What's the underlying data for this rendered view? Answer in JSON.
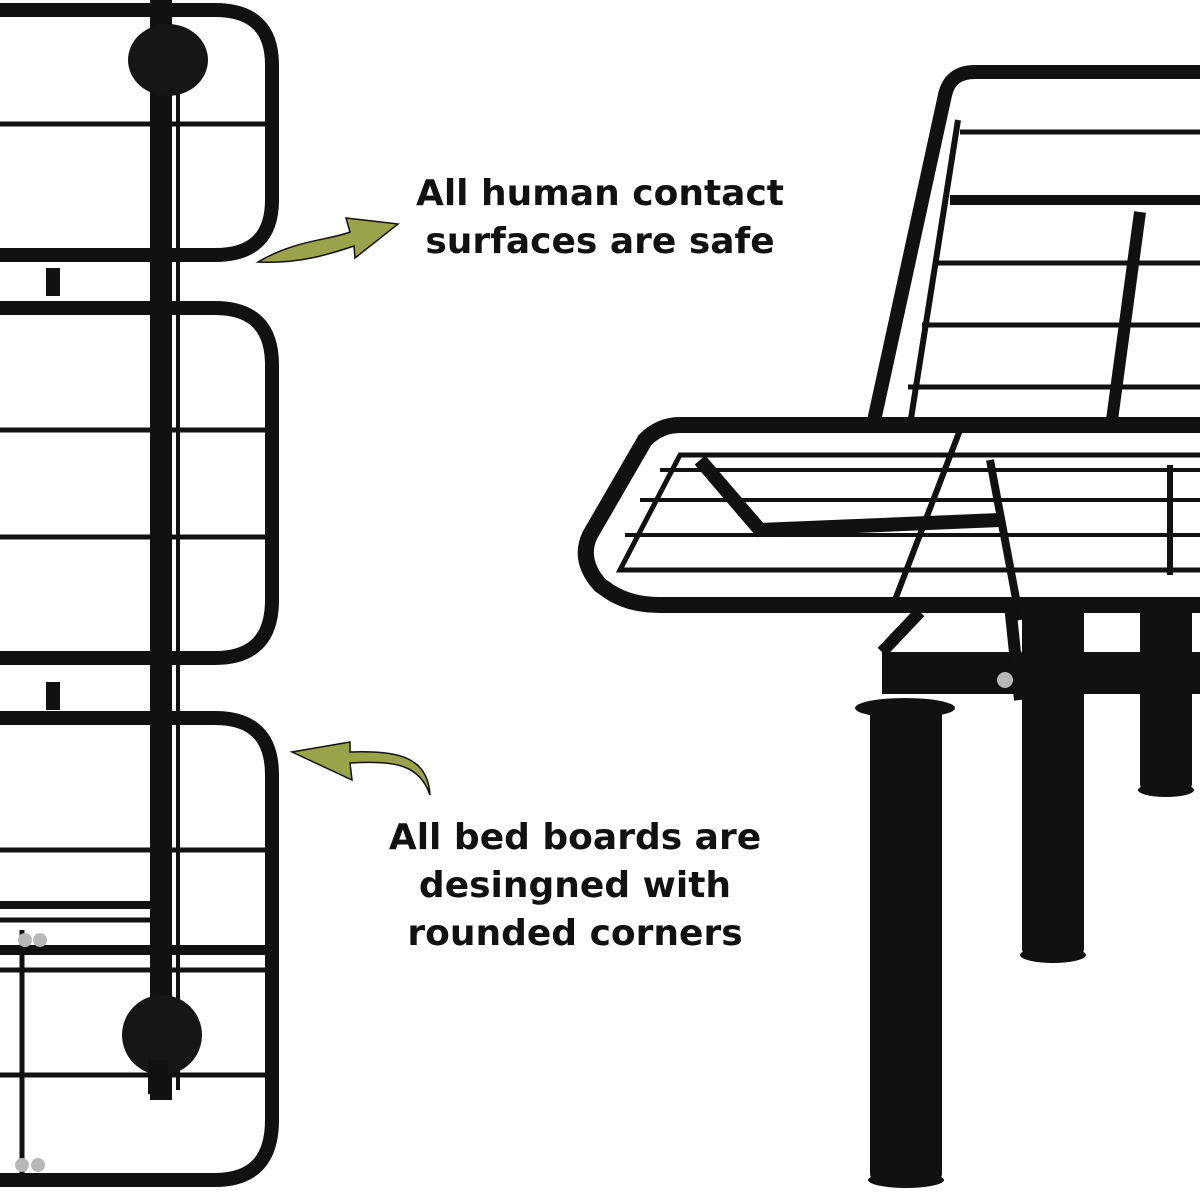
{
  "captions": {
    "top": {
      "line1": "All human contact",
      "line2": "surfaces are safe"
    },
    "bottom": {
      "line1": "All bed boards are",
      "line2": "desingned with",
      "line3": "rounded corners"
    }
  },
  "colors": {
    "frame": "#111111",
    "arrow": "#9aa24a",
    "bolt": "#b8b8b8",
    "background": "#ffffff"
  },
  "graphics": {
    "left_panel": "flat-metal-bed-frame-top-view",
    "right_panel": "adjustable-bed-frame-side-view",
    "arrows": [
      "arrow-top-pointing-right",
      "arrow-bottom-pointing-left"
    ]
  }
}
